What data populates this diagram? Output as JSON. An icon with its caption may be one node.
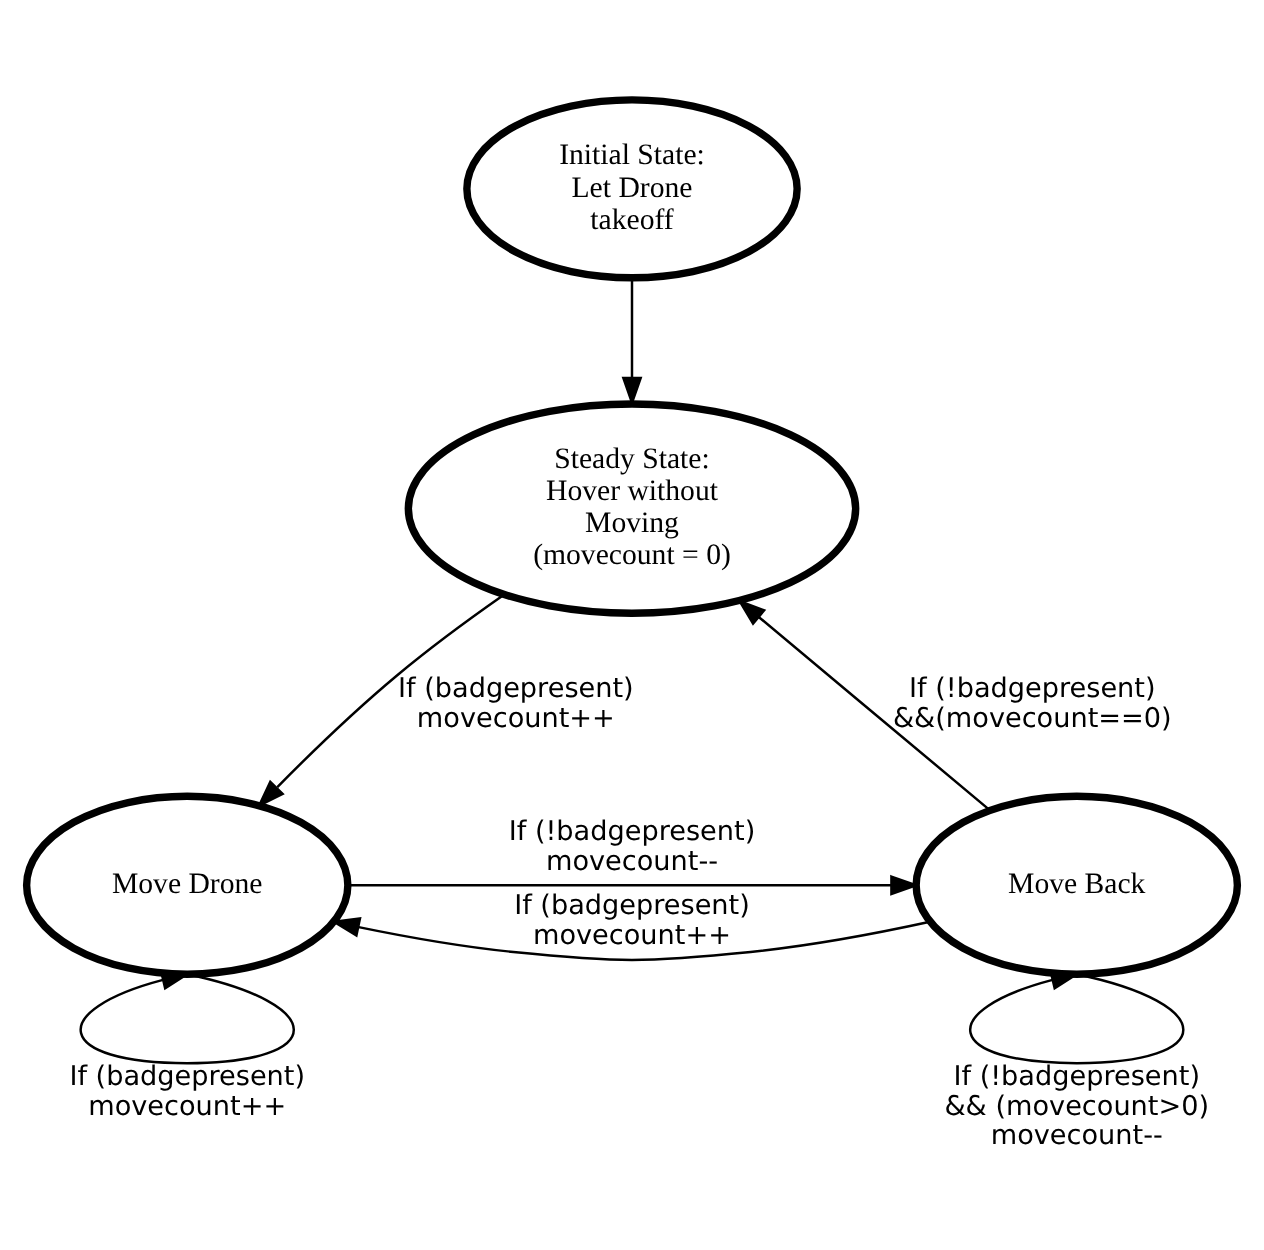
{
  "diagram": {
    "nodes": [
      {
        "text": [
          "Initial State: Let Drone takeoff"
        ]
      },
      {
        "text": [
          "Steady State: Hover without Moving (movecount = 0)"
        ]
      },
      {
        "text": [
          "Move Back"
        ]
      },
      {
        "text": [
          "Move Drone"
        ]
      }
    ],
    "edges": [
      {
        "from": 0,
        "to": 1,
        "arrow": "to"
      },
      {
        "from": 1,
        "to": 3,
        "arrow": "to",
        "label": "If (badgepresent) movecount++"
      },
      {
        "from": 3,
        "to": 2,
        "arrow": "to",
        "label": "If (!badgepresent) movecount--"
      },
      {
        "from": 2,
        "to": 3,
        "arrow": "to",
        "label": "If (badgepresent) movecount++"
      },
      {
        "from": 2,
        "to": 1,
        "arrow": "to",
        "label": "If (!badgepresent) &&(movecount==0)"
      },
      {
        "from": 2,
        "to": 2,
        "arrow": "to",
        "label": "If (!badgepresent) && (movecount>0) movecount--"
      },
      {
        "from": 3,
        "to": 3,
        "arrow": "to",
        "label": "If (badgepresent) movecount++"
      }
    ]
  }
}
